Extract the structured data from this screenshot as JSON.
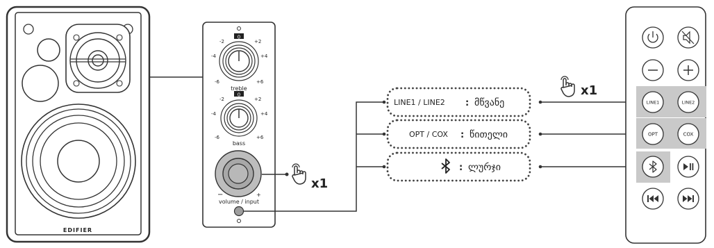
{
  "speaker": {
    "brand": "EDIFIER"
  },
  "control_panel": {
    "treble_label": "treble",
    "bass_label": "bass",
    "volume_label": "volume / input",
    "scale": {
      "zero": "0",
      "m2": "-2",
      "p2": "+2",
      "m4": "-4",
      "p4": "+4",
      "m6": "-6",
      "p6": "+6"
    },
    "minus": "−",
    "plus": "+",
    "press_count": "x1"
  },
  "inputs": [
    {
      "source": "LINE1 / LINE2",
      "sep": ":",
      "color_word": "მწვანე"
    },
    {
      "source": "OPT / COX",
      "sep": ":",
      "color_word": "წითელი"
    },
    {
      "source": "",
      "sep": ":",
      "color_word": "ლურჯი"
    }
  ],
  "remote": {
    "press_count": "x1",
    "buttons": {
      "line1": "LINE1",
      "line2": "LINE2",
      "opt": "OPT",
      "cox": "COX"
    }
  },
  "colors": {
    "stroke": "#333333",
    "highlight": "#c9c9c9",
    "dots": "#444444"
  }
}
